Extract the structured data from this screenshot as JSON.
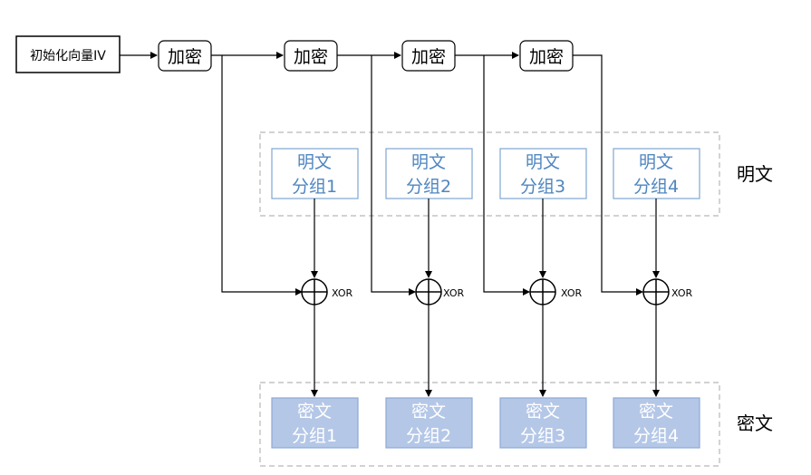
{
  "iv_label": "初始化向量IV",
  "encrypt_label": "加密",
  "xor_label": "XOR",
  "section_plaintext": "明文",
  "section_ciphertext": "密文",
  "plaintext_blocks": [
    {
      "line1": "明文",
      "line2": "分组1"
    },
    {
      "line1": "明文",
      "line2": "分组2"
    },
    {
      "line1": "明文",
      "line2": "分组3"
    },
    {
      "line1": "明文",
      "line2": "分组4"
    }
  ],
  "ciphertext_blocks": [
    {
      "line1": "密文",
      "line2": "分组1"
    },
    {
      "line1": "密文",
      "line2": "分组2"
    },
    {
      "line1": "密文",
      "line2": "分组3"
    },
    {
      "line1": "密文",
      "line2": "分组4"
    }
  ],
  "colors": {
    "plaintext_text": "#4f86c0",
    "plaintext_border": "#7fa7d3",
    "ciphertext_fill": "#b4c7e7",
    "ciphertext_border": "#8ea9d6",
    "ciphertext_text": "#ffffff",
    "line": "#000000",
    "dashed": "#b8b8b8"
  }
}
